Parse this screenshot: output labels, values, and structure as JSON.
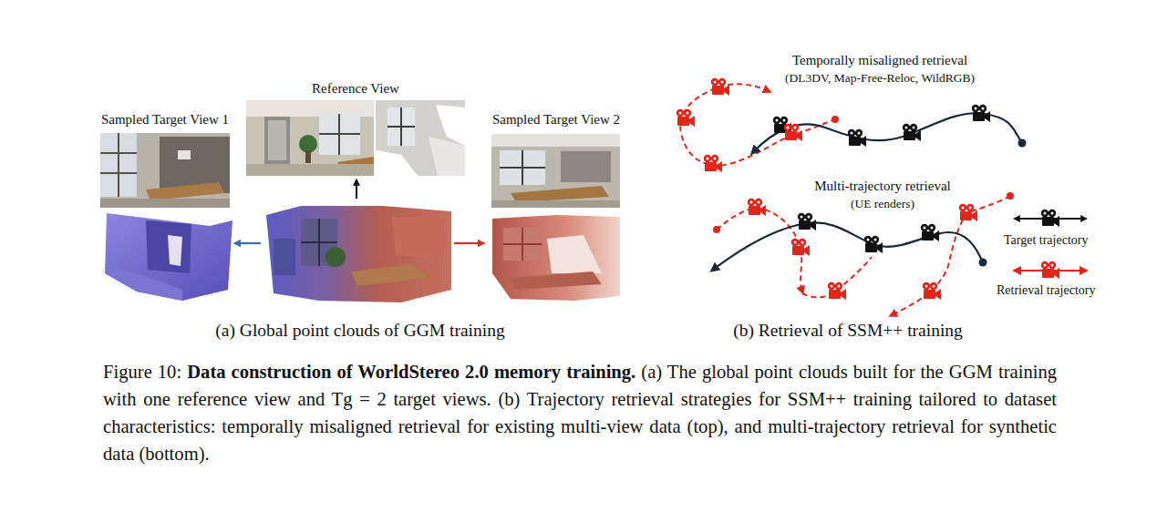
{
  "diagram": {
    "caption": "Figure 10: Data construction of WorldStereo 2.0 memory training. (a) The global point clouds built for the GGM training with one reference view and Tg = 2 target views. (b) Trajectory retrieval strategies for SSM++ training tailored to dataset characteristics: temporally misaligned retrieval for existing multi-view data (top), and multi-trajectory retrieval for synthetic data (bottom).",
    "nodes": [
      {
        "text": [
          "Reference View"
        ]
      },
      {
        "text": [
          "Sampled Target View 1"
        ]
      },
      {
        "text": [
          "Sampled Target View 2"
        ]
      }
    ],
    "labels": [
      "(a) Global point clouds of GGM training",
      "Temporally misaligned retrieval",
      "(DL3DV, Map-Free-Reloc, WildRGB)",
      "Multi-trajectory retrieval",
      "(UE renders)",
      "(b) Retrieval of SSM++ training"
    ],
    "legend": [
      {
        "text": "Target trajectory"
      },
      {
        "text": "Retrieval trajectory"
      }
    ]
  }
}
